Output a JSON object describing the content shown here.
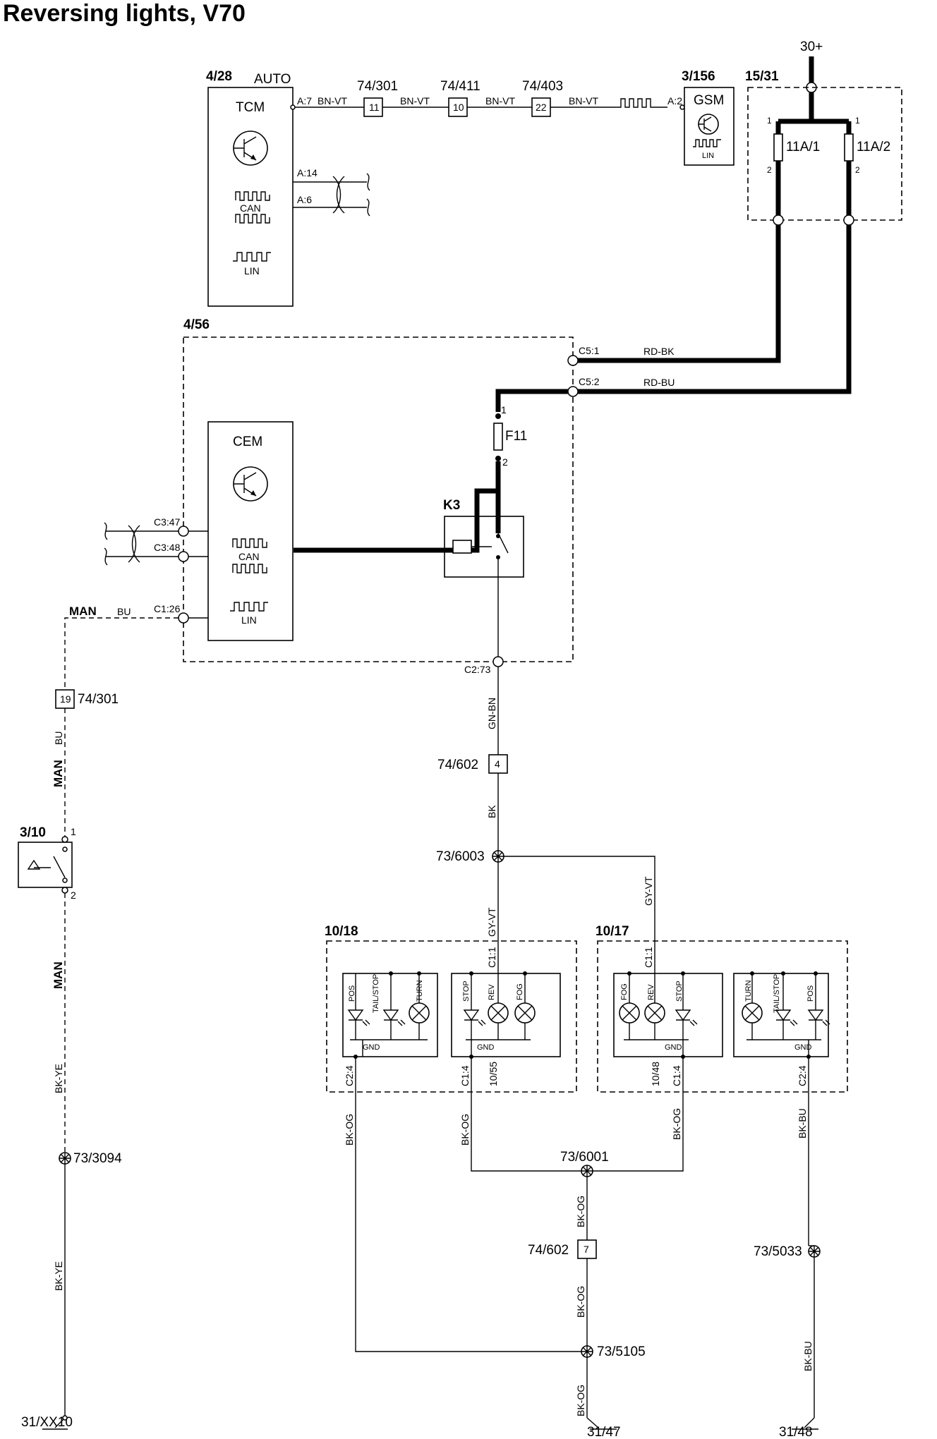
{
  "title": "Reversing lights, V70",
  "supply": "30+",
  "components": {
    "tcm": {
      "id": "4/28",
      "variant": "AUTO",
      "name": "TCM",
      "can": "CAN",
      "lin": "LIN",
      "pin_out": "A:7",
      "pin_can_h": "A:14",
      "pin_can_l": "A:6"
    },
    "gsm": {
      "id": "3/156",
      "name": "GSM",
      "lin": "LIN",
      "pin": "A:2"
    },
    "fusebox": {
      "id": "15/31",
      "fuse1": "11A/1",
      "fuse2": "11A/2",
      "pin1": "1",
      "pin2": "2"
    },
    "cem_module": {
      "id": "4/56",
      "pin_c51": "C5:1",
      "pin_c52": "C5:2",
      "pin_c273": "C2:73",
      "pin_c347": "C3:47",
      "pin_c348": "C3:48",
      "pin_c126": "C1:26"
    },
    "cem": {
      "name": "CEM",
      "can": "CAN",
      "lin": "LIN"
    },
    "fuse_f11": {
      "name": "F11",
      "pin1": "1",
      "pin2": "2"
    },
    "relay": {
      "name": "K3"
    },
    "switch": {
      "id": "3/10",
      "pin1": "1",
      "pin2": "2"
    },
    "lamp_left": {
      "id": "10/18",
      "pins": [
        "POS",
        "TAIL/STOP",
        "TURN",
        "STOP",
        "REV",
        "FOG"
      ],
      "gnd": "GND",
      "pin_c24": "C2:4",
      "pin_c14": "C1:4",
      "pin_c11": "C1:1",
      "pin_1055": "10/55"
    },
    "lamp_right": {
      "id": "10/17",
      "pins": [
        "FOG",
        "REV",
        "STOP",
        "TURN",
        "TAIL/STOP",
        "POS"
      ],
      "gnd": "GND",
      "pin_c11": "C1:1",
      "pin_1048": "10/48",
      "pin_c14": "C1:4",
      "pin_c24": "C2:4"
    }
  },
  "connectors": {
    "c1": {
      "id": "74/301",
      "pin": "11"
    },
    "c2": {
      "id": "74/411",
      "pin": "10"
    },
    "c3": {
      "id": "74/403",
      "pin": "22"
    },
    "c4": {
      "id": "74/301",
      "pin": "19"
    },
    "c5": {
      "id": "74/602",
      "pin": "4"
    },
    "c6": {
      "id": "74/602",
      "pin": "7"
    }
  },
  "splices": {
    "s1": "73/6003",
    "s2": "73/6001",
    "s3": "73/3094",
    "s4": "73/5105",
    "s5": "73/5033"
  },
  "grounds": {
    "g1": "31/XX10",
    "g2": "31/47",
    "g3": "31/48"
  },
  "wires": {
    "bn_vt": "BN-VT",
    "rd_bk": "RD-BK",
    "rd_bu": "RD-BU",
    "gn_bn": "GN-BN",
    "bk": "BK",
    "gy_vt": "GY-VT",
    "bk_og": "BK-OG",
    "bk_bu": "BK-BU",
    "bu": "BU",
    "bk_ye": "BK-YE",
    "man": "MAN"
  },
  "colors": {
    "ink": "#000000",
    "paper": "#ffffff"
  }
}
